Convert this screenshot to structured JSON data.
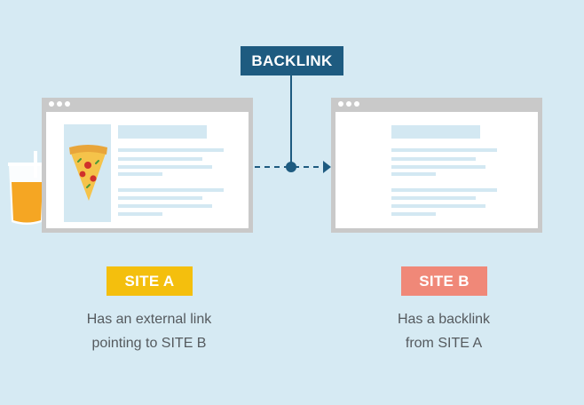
{
  "diagram": {
    "center_label": "BACKLINK",
    "site_a": {
      "label": "SITE A",
      "description": [
        "Has an external link",
        "pointing to SITE B"
      ]
    },
    "site_b": {
      "label": "SITE B",
      "description": [
        "Has a backlink",
        "from SITE A"
      ]
    }
  },
  "colors": {
    "background": "#d6eaf3",
    "backlink_badge": "#1e5b80",
    "site_a_badge": "#f4bf0d",
    "site_b_badge": "#f08878",
    "connector": "#1e5b80",
    "browser_frame": "#c9c9c9",
    "content_line": "#d3e8f2"
  }
}
